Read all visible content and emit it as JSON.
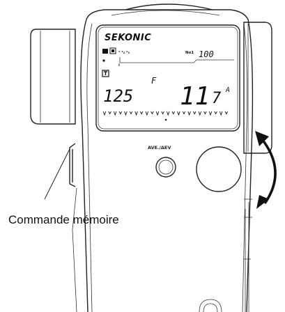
{
  "brand": "SEKONIC",
  "lcd": {
    "top_right_small": "No1",
    "top_right_value": "100",
    "small_letter": "F",
    "shutter_value": "125",
    "aperture_value": "11",
    "aperture_tenths": "7",
    "suffix": "A",
    "mode_icons": "¹ ¹₂ ¹₃",
    "scale_ticks": "ⱽ1ⱽ1ⱽ1ⱽ1ⱽ1ⱽ1ⱽ1ⱽ1"
  },
  "button_label": "AVE./ΔEV",
  "caption": "Commande mémoire",
  "icons": {
    "rotate_arrow": "double-headed-curved-arrow-icon",
    "flash_symbol": "flash-sync-icon"
  },
  "colors": {
    "ink": "#222222",
    "background": "#ffffff"
  }
}
